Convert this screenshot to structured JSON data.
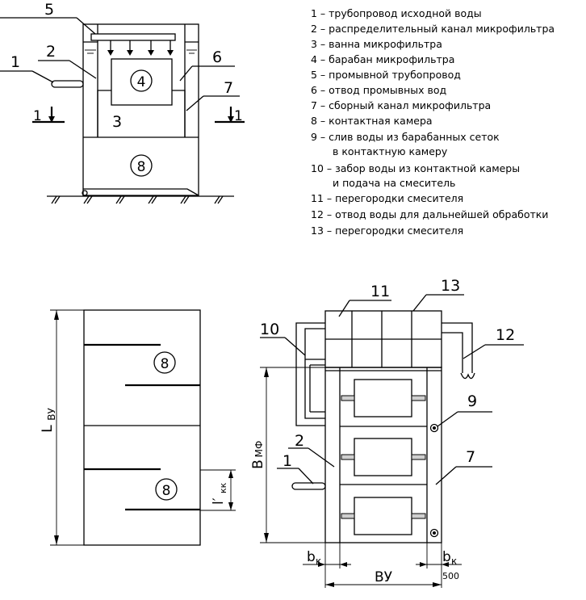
{
  "legend": {
    "items": [
      "1 – трубопровод исходной воды",
      "2 – распределительный канал микрофильтра",
      "3 – ванна микрофильтра",
      "4 – барабан микрофильтра",
      "5 – промывной трубопровод",
      "6 – отвод промывных вод",
      "7 – сборный канал микрофильтра",
      "8 – контактная камера",
      "9 – слив воды из барабанных сеток",
      "в контактную камеру",
      "10 – забор воды из контактной камеры",
      "и подача на смеситель",
      "11 – перегородки смесителя",
      "12 – отвод воды для дальнейшей обработки",
      "13 – перегородки смесителя"
    ]
  },
  "section_view": {
    "callouts": {
      "c1": "1",
      "c2": "2",
      "c5": "5",
      "c6": "6",
      "c7": "7",
      "c3": "3",
      "c4": "4",
      "c8": "8"
    },
    "cut_left": "1",
    "cut_right": "1"
  },
  "side_view": {
    "circle_top": "8",
    "circle_bottom": "8",
    "dim_length": "L",
    "dim_length_sub": "ВУ",
    "dim_kk": "l′",
    "dim_kk_sub": "кк"
  },
  "plan_view": {
    "callouts": {
      "c11": "11",
      "c13": "13",
      "c10": "10",
      "c12": "12",
      "c9": "9",
      "c2": "2",
      "c1": "1",
      "c7": "7"
    },
    "dim_width": "В",
    "dim_width_sub": "МФ",
    "dim_bk_left": "b",
    "dim_bk_left_sub": "к",
    "dim_bk_right": "b",
    "dim_bk_right_sub": "к",
    "dim_vu": "ВУ",
    "dim_500": "500"
  }
}
